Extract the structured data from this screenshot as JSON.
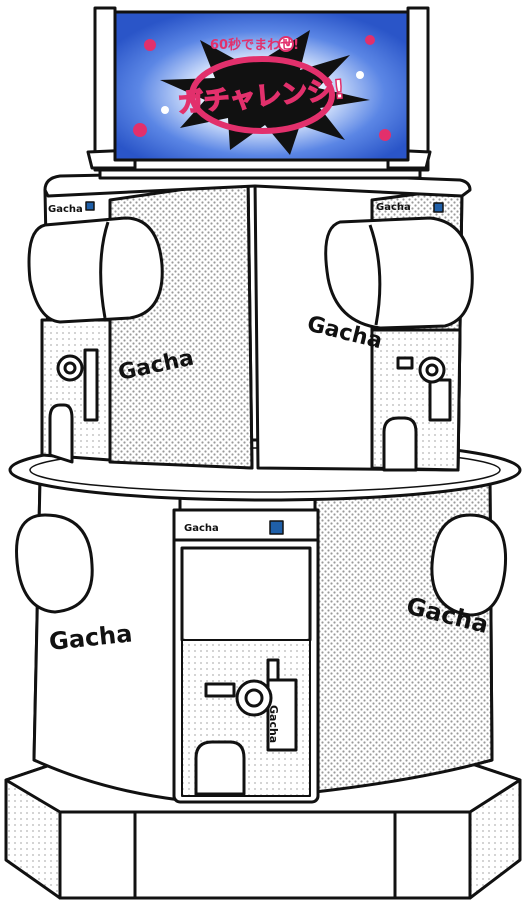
{
  "sign": {
    "subtitle": "60秒でまわせ!",
    "title": "ガチャレンジ!"
  },
  "brand": {
    "name": "Gacha",
    "colors": {
      "ink": "#111111",
      "blue": "#1f5fa8",
      "pink": "#d8246b",
      "sign_bg_blue": "#2a55c8",
      "sign_pink": "#e2306c"
    }
  },
  "machines": {
    "top_left": {
      "label": "Gacha",
      "logo": "Gacha"
    },
    "top_right": {
      "label": "Gacha",
      "logo": "Gacha"
    },
    "bottom_front": {
      "label": "Gacha",
      "logo": "Gacha"
    },
    "bottom_left": {
      "logo": "Gacha"
    },
    "bottom_right": {
      "logo": "Gacha"
    }
  },
  "icons": [
    "clock-icon",
    "coin-handle-icon",
    "capsule-dome-icon",
    "prize-door-icon"
  ]
}
